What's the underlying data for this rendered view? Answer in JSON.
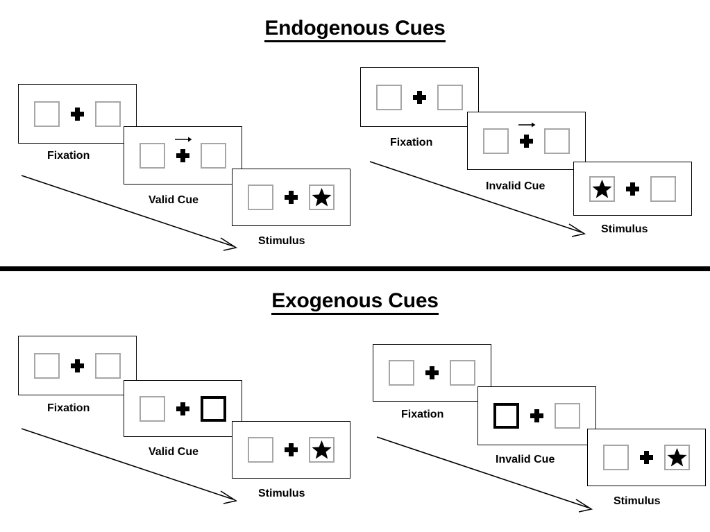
{
  "figure": {
    "sections": [
      {
        "id": "endogenous",
        "title": "Endogenous Cues",
        "sequences": [
          {
            "id": "endogenous-valid",
            "panels": [
              {
                "id": "endogenous-valid-fixation",
                "caption": "Fixation",
                "left_box": "empty",
                "right_box": "empty",
                "cue": "none",
                "center": "plus"
              },
              {
                "id": "endogenous-valid-cue",
                "caption": "Valid Cue",
                "left_box": "empty",
                "right_box": "empty",
                "cue": "arrow-right",
                "center": "plus"
              },
              {
                "id": "endogenous-valid-stimulus",
                "caption": "Stimulus",
                "left_box": "empty",
                "right_box": "star",
                "cue": "none",
                "center": "plus"
              }
            ]
          },
          {
            "id": "endogenous-invalid",
            "panels": [
              {
                "id": "endogenous-invalid-fixation",
                "caption": "Fixation",
                "left_box": "empty",
                "right_box": "empty",
                "cue": "none",
                "center": "plus"
              },
              {
                "id": "endogenous-invalid-cue",
                "caption": "Invalid Cue",
                "left_box": "empty",
                "right_box": "empty",
                "cue": "arrow-right",
                "center": "plus"
              },
              {
                "id": "endogenous-invalid-stimulus",
                "caption": "Stimulus",
                "left_box": "star",
                "right_box": "empty",
                "cue": "none",
                "center": "plus"
              }
            ]
          }
        ]
      },
      {
        "id": "exogenous",
        "title": "Exogenous Cues",
        "sequences": [
          {
            "id": "exogenous-valid",
            "panels": [
              {
                "id": "exogenous-valid-fixation",
                "caption": "Fixation",
                "left_box": "empty",
                "right_box": "empty",
                "cue": "none",
                "center": "plus"
              },
              {
                "id": "exogenous-valid-cue",
                "caption": "Valid Cue",
                "left_box": "empty",
                "right_box": "cued",
                "cue": "none",
                "center": "plus"
              },
              {
                "id": "exogenous-valid-stimulus",
                "caption": "Stimulus",
                "left_box": "empty",
                "right_box": "star",
                "cue": "none",
                "center": "plus"
              }
            ]
          },
          {
            "id": "exogenous-invalid",
            "panels": [
              {
                "id": "exogenous-invalid-fixation",
                "caption": "Fixation",
                "left_box": "empty",
                "right_box": "empty",
                "cue": "none",
                "center": "plus"
              },
              {
                "id": "exogenous-invalid-cue",
                "caption": "Invalid Cue",
                "left_box": "cued",
                "right_box": "empty",
                "cue": "none",
                "center": "plus"
              },
              {
                "id": "exogenous-invalid-stimulus",
                "caption": "Stimulus",
                "left_box": "empty",
                "right_box": "star",
                "cue": "none",
                "center": "plus"
              }
            ]
          }
        ]
      }
    ],
    "colors": {
      "box_border": "#a6a6a6",
      "cued_box_border": "#000000",
      "panel_border": "#000000",
      "ink": "#000000",
      "background": "#ffffff",
      "divider": "#000000"
    }
  }
}
